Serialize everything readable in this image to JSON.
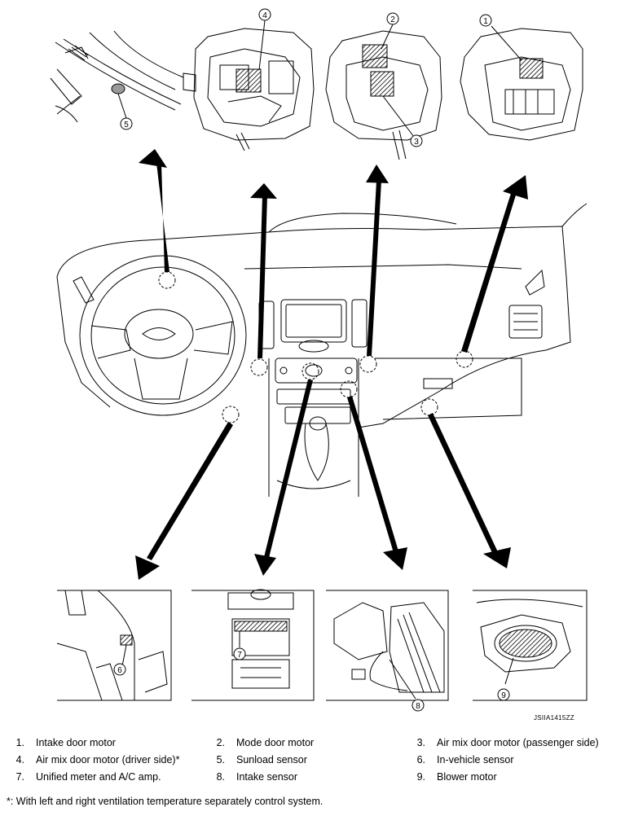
{
  "diagram_code": "JSIIA1415ZZ",
  "callouts": [
    "1",
    "2",
    "3",
    "4",
    "5",
    "6",
    "7",
    "8",
    "9"
  ],
  "legend": [
    {
      "num": "1.",
      "label": "Intake door motor"
    },
    {
      "num": "2.",
      "label": "Mode door motor"
    },
    {
      "num": "3.",
      "label": "Air mix door motor (passenger side)"
    },
    {
      "num": "4.",
      "label": "Air mix door motor (driver side)*"
    },
    {
      "num": "5.",
      "label": "Sunload sensor"
    },
    {
      "num": "6.",
      "label": "In-vehicle sensor"
    },
    {
      "num": "7.",
      "label": "Unified meter and A/C amp."
    },
    {
      "num": "8.",
      "label": "Intake sensor"
    },
    {
      "num": "9.",
      "label": "Blower motor"
    }
  ],
  "footnote": "*: With left and right ventilation temperature separately control system."
}
